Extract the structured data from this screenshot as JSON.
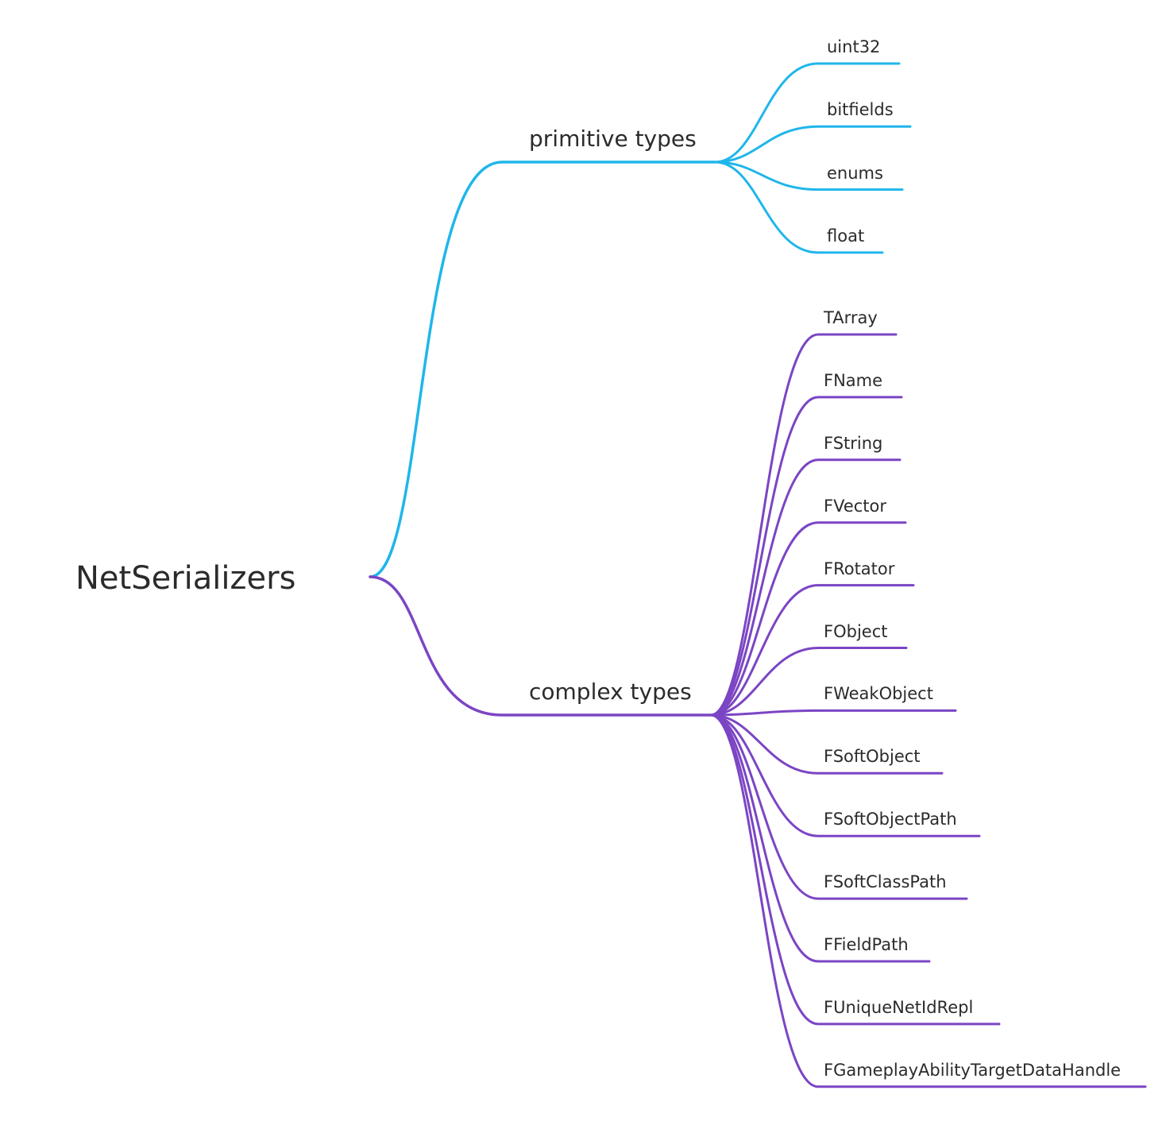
{
  "colors": {
    "primitive_branch": "#1fb6ea",
    "complex_branch": "#7b45c4",
    "text": "#2b2b2b"
  },
  "root": {
    "label": "NetSerializers"
  },
  "branches": [
    {
      "label": "primitive types",
      "children": [
        "uint32",
        "bitfields",
        "enums",
        "float"
      ]
    },
    {
      "label": "complex types",
      "children": [
        "TArray",
        "FName",
        "FString",
        "FVector",
        "FRotator",
        "FObject",
        "FWeakObject",
        "FSoftObject",
        "FSoftObjectPath",
        "FSoftClassPath",
        "FFieldPath",
        "FUniqueNetIdRepl",
        "FGameplayAbilityTargetDataHandle"
      ]
    }
  ]
}
